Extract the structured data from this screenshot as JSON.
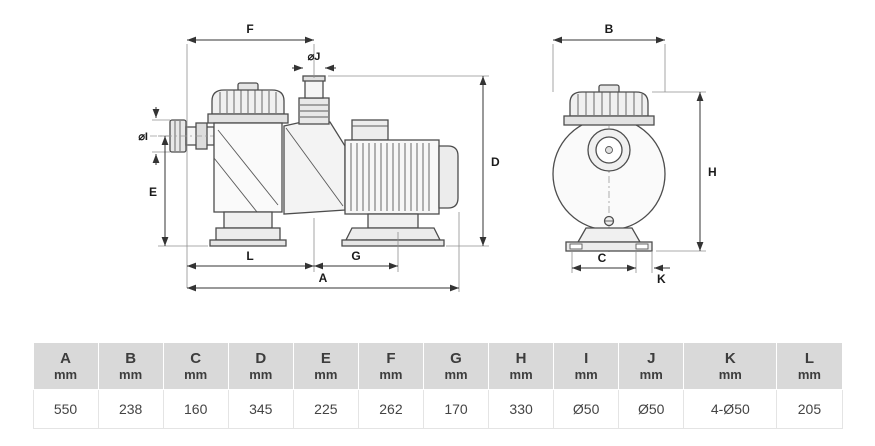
{
  "diagram": {
    "side": {
      "F": "F",
      "J": "⌀J",
      "I": "⌀I",
      "E": "E",
      "D": "D",
      "L": "L",
      "G": "G",
      "A": "A"
    },
    "front": {
      "B": "B",
      "H": "H",
      "C": "C",
      "K": "K"
    }
  },
  "table": {
    "columns": [
      {
        "letter": "A",
        "unit": "mm",
        "value": "550"
      },
      {
        "letter": "B",
        "unit": "mm",
        "value": "238"
      },
      {
        "letter": "C",
        "unit": "mm",
        "value": "160"
      },
      {
        "letter": "D",
        "unit": "mm",
        "value": "345"
      },
      {
        "letter": "E",
        "unit": "mm",
        "value": "225"
      },
      {
        "letter": "F",
        "unit": "mm",
        "value": "262"
      },
      {
        "letter": "G",
        "unit": "mm",
        "value": "170"
      },
      {
        "letter": "H",
        "unit": "mm",
        "value": "330"
      },
      {
        "letter": "I",
        "unit": "mm",
        "value": "Ø50"
      },
      {
        "letter": "J",
        "unit": "mm",
        "value": "Ø50"
      },
      {
        "letter": "K",
        "unit": "mm",
        "value": "4-Ø50"
      },
      {
        "letter": "L",
        "unit": "mm",
        "value": "205"
      }
    ]
  }
}
